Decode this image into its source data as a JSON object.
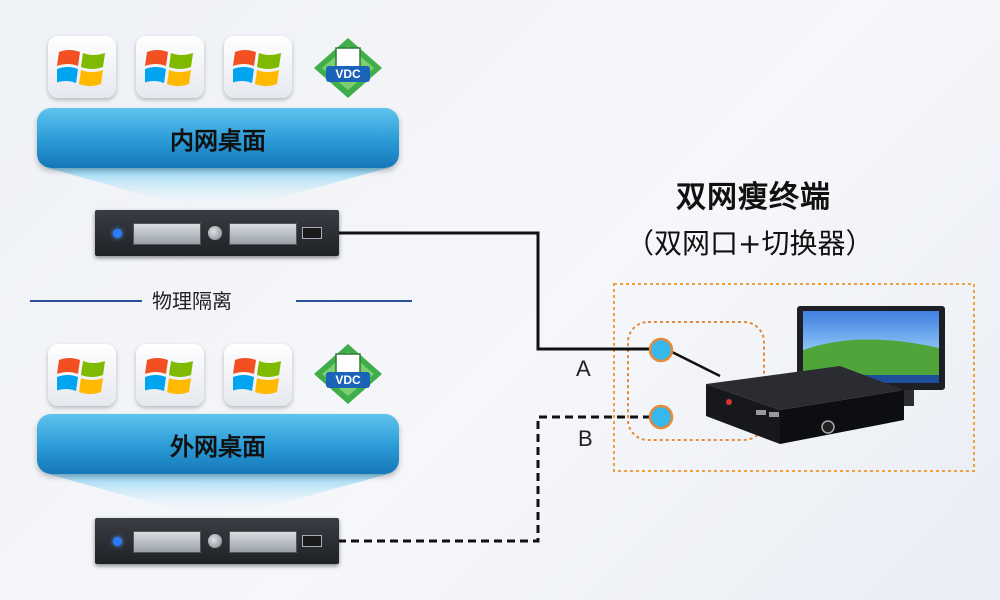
{
  "inner_group": {
    "icons": [
      "windows-icon",
      "windows-icon",
      "windows-icon",
      "vdc-icon"
    ],
    "vdc_label": "VDC",
    "banner": "内网桌面"
  },
  "separator": {
    "label": "物理隔离"
  },
  "outer_group": {
    "icons": [
      "windows-icon",
      "windows-icon",
      "windows-icon",
      "vdc-icon"
    ],
    "vdc_label": "VDC",
    "banner": "外网桌面"
  },
  "terminal": {
    "title": "双网瘦终端",
    "subtitle": "（双网口+切换器）"
  },
  "connections": {
    "a_label": "A",
    "b_label": "B"
  },
  "colors": {
    "banner_blue": "#2a9ad6",
    "port_fill": "#36b8ec",
    "port_border": "#e58a3a",
    "dotted_box": "#f0a03c",
    "separator_line": "#2c4f9a"
  }
}
